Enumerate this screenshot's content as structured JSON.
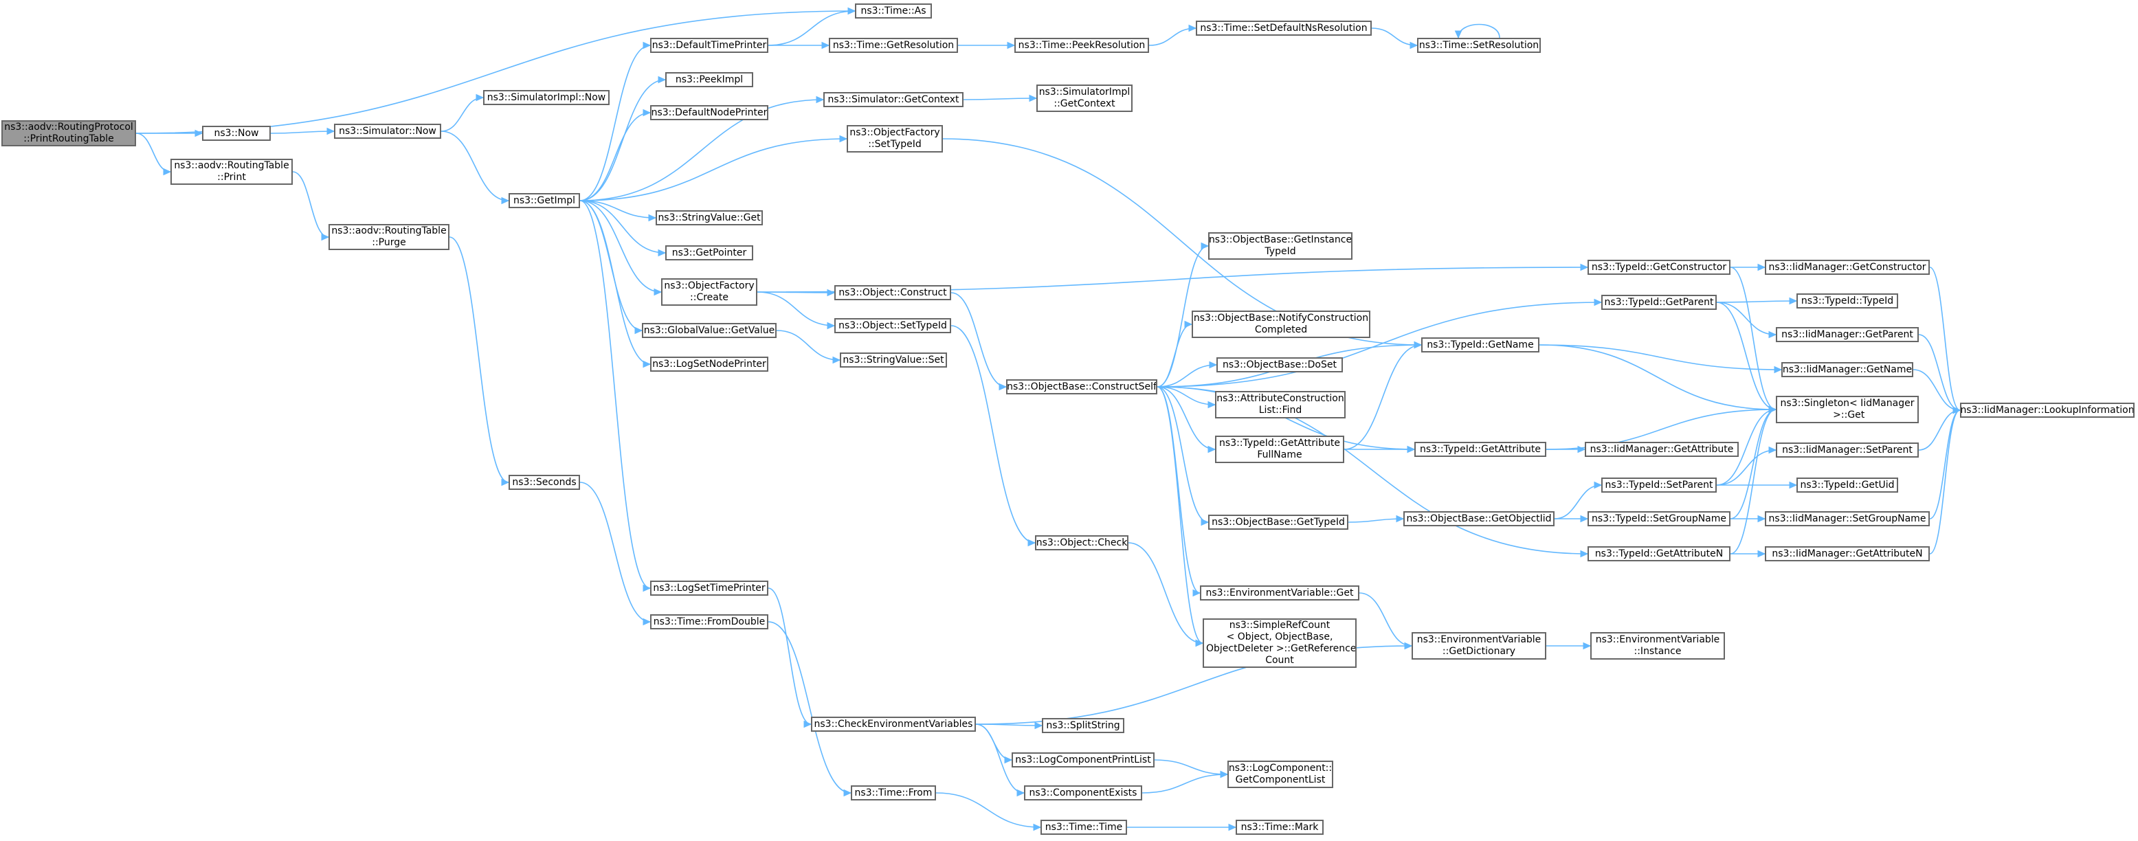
{
  "colors": {
    "edge": "#63b8ff",
    "node_border": "#666666",
    "root_fill": "#999999",
    "node_fill": "#ffffff"
  },
  "nodes": {
    "printRoutingTable": "ns3::aodv::RoutingProtocol\n::PrintRoutingTable",
    "now": "ns3::Now",
    "rtPrint": "ns3::aodv::RoutingTable\n::Print",
    "simNow": "ns3::Simulator::Now",
    "simImplNow": "ns3::SimulatorImpl::Now",
    "getImpl": "ns3::GetImpl",
    "rtPurge": "ns3::aodv::RoutingTable\n::Purge",
    "seconds": "ns3::Seconds",
    "defaultTimePrinter": "ns3::DefaultTimePrinter",
    "peekImpl": "ns3::PeekImpl",
    "defaultNodePrinter": "ns3::DefaultNodePrinter",
    "stringValueGet": "ns3::StringValue::Get",
    "getPointer": "ns3::GetPointer",
    "objFactoryCreate": "ns3::ObjectFactory\n::Create",
    "globalValueGetValue": "ns3::GlobalValue::GetValue",
    "logSetNodePrinter": "ns3::LogSetNodePrinter",
    "logSetTimePrinter": "ns3::LogSetTimePrinter",
    "timeFromDouble": "ns3::Time::FromDouble",
    "timeAs": "ns3::Time::As",
    "timeGetResolution": "ns3::Time::GetResolution",
    "simGetContext": "ns3::Simulator::GetContext",
    "objFactorySetTypeId": "ns3::ObjectFactory\n::SetTypeId",
    "objConstruct": "ns3::Object::Construct",
    "objSetTypeId": "ns3::Object::SetTypeId",
    "stringValueSet": "ns3::StringValue::Set",
    "checkEnvVars": "ns3::CheckEnvironmentVariables",
    "timeFrom": "ns3::Time::From",
    "timePeekResolution": "ns3::Time::PeekResolution",
    "simImplGetContext": "ns3::SimulatorImpl\n::GetContext",
    "objBaseConstructSelf": "ns3::ObjectBase::ConstructSelf",
    "objCheck": "ns3::Object::Check",
    "splitString": "ns3::SplitString",
    "logComponentPrintList": "ns3::LogComponentPrintList",
    "componentExists": "ns3::ComponentExists",
    "timeTime": "ns3::Time::Time",
    "timeSetDefaultNsResolution": "ns3::Time::SetDefaultNsResolution",
    "objBaseGetInstanceTypeId": "ns3::ObjectBase::GetInstance\nTypeId",
    "objBaseNotifyConstructionCompleted": "ns3::ObjectBase::NotifyConstruction\nCompleted",
    "objBaseDoSet": "ns3::ObjectBase::DoSet",
    "attrConstructionListFind": "ns3::AttributeConstruction\nList::Find",
    "typeIdGetAttributeFullName": "ns3::TypeId::GetAttribute\nFullName",
    "objBaseGetTypeId": "ns3::ObjectBase::GetTypeId",
    "envVarGet": "ns3::EnvironmentVariable::Get",
    "simpleRefCount": "ns3::SimpleRefCount\n< Object, ObjectBase,\n ObjectDeleter >::GetReference\nCount",
    "logComponentGetList": "ns3::LogComponent::\nGetComponentList",
    "timeMark": "ns3::Time::Mark",
    "timeSetResolution": "ns3::Time::SetResolution",
    "typeIdGetName": "ns3::TypeId::GetName",
    "typeIdGetAttribute": "ns3::TypeId::GetAttribute",
    "objBaseGetObjectIid": "ns3::ObjectBase::GetObjectIid",
    "envVarGetDictionary": "ns3::EnvironmentVariable\n::GetDictionary",
    "typeIdGetConstructor": "ns3::TypeId::GetConstructor",
    "typeIdGetParent": "ns3::TypeId::GetParent",
    "typeIdSetParent": "ns3::TypeId::SetParent",
    "typeIdSetGroupName": "ns3::TypeId::SetGroupName",
    "typeIdGetAttributeN": "ns3::TypeId::GetAttributeN",
    "envVarInstance": "ns3::EnvironmentVariable\n::Instance",
    "iidGetConstructor": "ns3::IidManager::GetConstructor",
    "typeIdTypeId": "ns3::TypeId::TypeId",
    "iidGetParent": "ns3::IidManager::GetParent",
    "iidGetName": "ns3::IidManager::GetName",
    "singletonGet": "ns3::Singleton< IidManager\n >::Get",
    "iidGetAttribute": "ns3::IidManager::GetAttribute",
    "iidSetParent": "ns3::IidManager::SetParent",
    "typeIdGetUid": "ns3::TypeId::GetUid",
    "iidSetGroupName": "ns3::IidManager::SetGroupName",
    "iidGetAttributeN": "ns3::IidManager::GetAttributeN",
    "iidLookupInformation": "ns3::IidManager::LookupInformation"
  }
}
